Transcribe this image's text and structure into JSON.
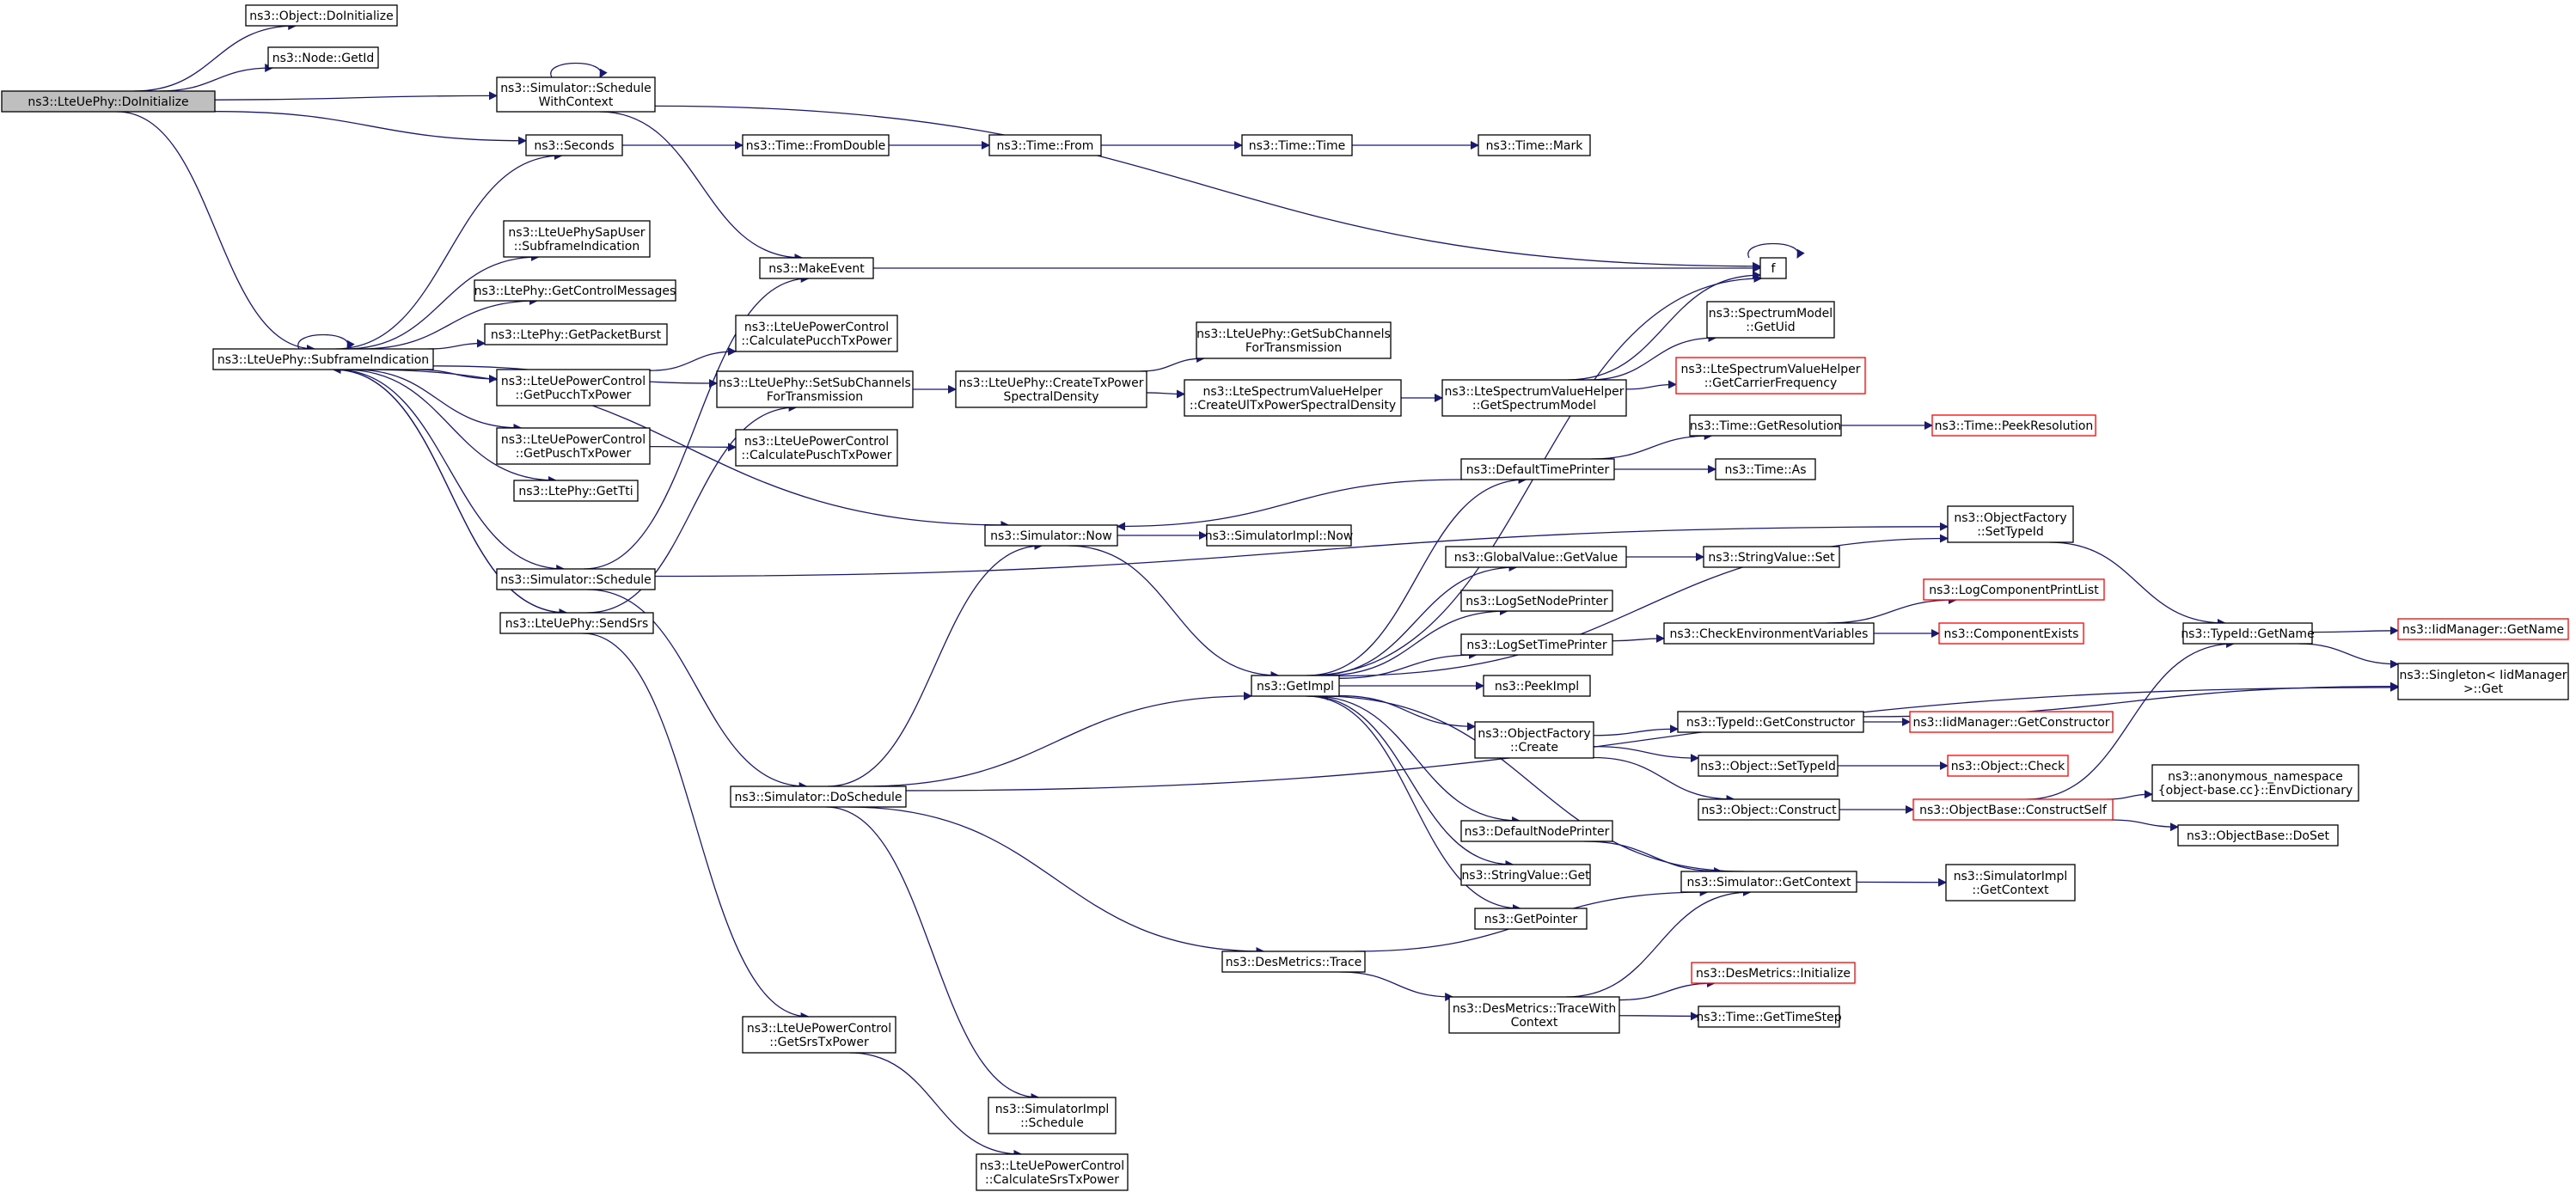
{
  "graph": {
    "colors": {
      "edge": "#191970",
      "node_border": "#000000",
      "truncated_border": "#ff0000",
      "current_fill": "#bfbfbf",
      "node_fill": "#ffffff"
    },
    "nodes": [
      {
        "id": "n_root",
        "lines": [
          "ns3::LteUePhy::DoInitialize"
        ],
        "current": true
      },
      {
        "id": "n_objinit",
        "lines": [
          "ns3::Object::DoInitialize"
        ]
      },
      {
        "id": "n_nodeget",
        "lines": [
          "ns3::Node::GetId"
        ]
      },
      {
        "id": "n_schedctx",
        "lines": [
          "ns3::Simulator::Schedule",
          "WithContext"
        ]
      },
      {
        "id": "n_seconds",
        "lines": [
          "ns3::Seconds"
        ]
      },
      {
        "id": "n_fromdouble",
        "lines": [
          "ns3::Time::FromDouble"
        ]
      },
      {
        "id": "n_from",
        "lines": [
          "ns3::Time::From"
        ]
      },
      {
        "id": "n_time",
        "lines": [
          "ns3::Time::Time"
        ]
      },
      {
        "id": "n_mark",
        "lines": [
          "ns3::Time::Mark"
        ]
      },
      {
        "id": "n_f",
        "lines": [
          "f"
        ]
      },
      {
        "id": "n_makeevent",
        "lines": [
          "ns3::MakeEvent"
        ]
      },
      {
        "id": "n_sapuser",
        "lines": [
          "ns3::LteUePhySapUser",
          "::SubframeIndication"
        ]
      },
      {
        "id": "n_getctrl",
        "lines": [
          "ns3::LtePhy::GetControlMessages"
        ]
      },
      {
        "id": "n_getpkt",
        "lines": [
          "ns3::LtePhy::GetPacketBurst"
        ]
      },
      {
        "id": "n_subframe",
        "lines": [
          "ns3::LteUePhy::SubframeIndication"
        ]
      },
      {
        "id": "n_getpucch",
        "lines": [
          "ns3::LteUePowerControl",
          "::GetPucchTxPower"
        ]
      },
      {
        "id": "n_getpusch",
        "lines": [
          "ns3::LteUePowerControl",
          "::GetPuschTxPower"
        ]
      },
      {
        "id": "n_gettti",
        "lines": [
          "ns3::LtePhy::GetTti"
        ]
      },
      {
        "id": "n_calcpucch",
        "lines": [
          "ns3::LteUePowerControl",
          "::CalculatePucchTxPower"
        ]
      },
      {
        "id": "n_setsub",
        "lines": [
          "ns3::LteUePhy::SetSubChannels",
          "ForTransmission"
        ]
      },
      {
        "id": "n_calcpusch",
        "lines": [
          "ns3::LteUePowerControl",
          "::CalculatePuschTxPower"
        ]
      },
      {
        "id": "n_createtx",
        "lines": [
          "ns3::LteUePhy::CreateTxPower",
          "SpectralDensity"
        ]
      },
      {
        "id": "n_getsub",
        "lines": [
          "ns3::LteUePhy::GetSubChannels",
          "ForTransmission"
        ]
      },
      {
        "id": "n_createul",
        "lines": [
          "ns3::LteSpectrumValueHelper",
          "::CreateUlTxPowerSpectralDensity"
        ]
      },
      {
        "id": "n_getspecmodel",
        "lines": [
          "ns3::LteSpectrumValueHelper",
          "::GetSpectrumModel"
        ]
      },
      {
        "id": "n_specuid",
        "lines": [
          "ns3::SpectrumModel",
          "::GetUid"
        ]
      },
      {
        "id": "n_carrierfreq",
        "lines": [
          "ns3::LteSpectrumValueHelper",
          "::GetCarrierFrequency"
        ],
        "truncated": true
      },
      {
        "id": "n_now",
        "lines": [
          "ns3::Simulator::Now"
        ]
      },
      {
        "id": "n_implnow",
        "lines": [
          "ns3::SimulatorImpl::Now"
        ]
      },
      {
        "id": "n_deftimeprinter",
        "lines": [
          "ns3::DefaultTimePrinter"
        ]
      },
      {
        "id": "n_getres",
        "lines": [
          "ns3::Time::GetResolution"
        ]
      },
      {
        "id": "n_peekres",
        "lines": [
          "ns3::Time::PeekResolution"
        ],
        "truncated": true
      },
      {
        "id": "n_timeas",
        "lines": [
          "ns3::Time::As"
        ]
      },
      {
        "id": "n_schedule",
        "lines": [
          "ns3::Simulator::Schedule"
        ]
      },
      {
        "id": "n_sendsrs",
        "lines": [
          "ns3::LteUePhy::SendSrs"
        ]
      },
      {
        "id": "n_settypeid",
        "lines": [
          "ns3::ObjectFactory",
          "::SetTypeId"
        ]
      },
      {
        "id": "n_globalval",
        "lines": [
          "ns3::GlobalValue::GetValue"
        ]
      },
      {
        "id": "n_strset",
        "lines": [
          "ns3::StringValue::Set"
        ]
      },
      {
        "id": "n_lognode",
        "lines": [
          "ns3::LogSetNodePrinter"
        ]
      },
      {
        "id": "n_logcompprint",
        "lines": [
          "ns3::LogComponentPrintList"
        ],
        "truncated": true
      },
      {
        "id": "n_logtime",
        "lines": [
          "ns3::LogSetTimePrinter"
        ]
      },
      {
        "id": "n_checkenv",
        "lines": [
          "ns3::CheckEnvironmentVariables"
        ]
      },
      {
        "id": "n_compexists",
        "lines": [
          "ns3::ComponentExists"
        ],
        "truncated": true
      },
      {
        "id": "n_typegetname",
        "lines": [
          "ns3::TypeId::GetName"
        ]
      },
      {
        "id": "n_iidgetname",
        "lines": [
          "ns3::IidManager::GetName"
        ],
        "truncated": true
      },
      {
        "id": "n_getimpl",
        "lines": [
          "ns3::GetImpl"
        ]
      },
      {
        "id": "n_peekimpl",
        "lines": [
          "ns3::PeekImpl"
        ]
      },
      {
        "id": "n_singleton",
        "lines": [
          "ns3::Singleton< IidManager",
          " >::Get"
        ]
      },
      {
        "id": "n_objcreate",
        "lines": [
          "ns3::ObjectFactory",
          "::Create"
        ]
      },
      {
        "id": "n_getctor",
        "lines": [
          "ns3::TypeId::GetConstructor"
        ]
      },
      {
        "id": "n_iidgetctor",
        "lines": [
          "ns3::IidManager::GetConstructor"
        ],
        "truncated": true
      },
      {
        "id": "n_objsettypeid",
        "lines": [
          "ns3::Object::SetTypeId"
        ]
      },
      {
        "id": "n_objcheck",
        "lines": [
          "ns3::Object::Check"
        ],
        "truncated": true
      },
      {
        "id": "n_doschedule",
        "lines": [
          "ns3::Simulator::DoSchedule"
        ]
      },
      {
        "id": "n_objconstruct",
        "lines": [
          "ns3::Object::Construct"
        ]
      },
      {
        "id": "n_constructself",
        "lines": [
          "ns3::ObjectBase::ConstructSelf"
        ],
        "truncated": true
      },
      {
        "id": "n_envdict",
        "lines": [
          "ns3::anonymous_namespace",
          "{object-base.cc}::EnvDictionary"
        ]
      },
      {
        "id": "n_doset",
        "lines": [
          "ns3::ObjectBase::DoSet"
        ]
      },
      {
        "id": "n_defnodeprinter",
        "lines": [
          "ns3::DefaultNodePrinter"
        ]
      },
      {
        "id": "n_strget",
        "lines": [
          "ns3::StringValue::Get"
        ]
      },
      {
        "id": "n_getcontext",
        "lines": [
          "ns3::Simulator::GetContext"
        ]
      },
      {
        "id": "n_implgetctx",
        "lines": [
          "ns3::SimulatorImpl",
          "::GetContext"
        ]
      },
      {
        "id": "n_getpointer",
        "lines": [
          "ns3::GetPointer"
        ]
      },
      {
        "id": "n_destrace",
        "lines": [
          "ns3::DesMetrics::Trace"
        ]
      },
      {
        "id": "n_desinit",
        "lines": [
          "ns3::DesMetrics::Initialize"
        ],
        "truncated": true
      },
      {
        "id": "n_destracectx",
        "lines": [
          "ns3::DesMetrics::TraceWith",
          "Context"
        ]
      },
      {
        "id": "n_gettimestep",
        "lines": [
          "ns3::Time::GetTimeStep"
        ]
      },
      {
        "id": "n_getsrs",
        "lines": [
          "ns3::LteUePowerControl",
          "::GetSrsTxPower"
        ]
      },
      {
        "id": "n_implsched",
        "lines": [
          "ns3::SimulatorImpl",
          "::Schedule"
        ]
      },
      {
        "id": "n_calcsrs",
        "lines": [
          "ns3::LteUePowerControl",
          "::CalculateSrsTxPower"
        ]
      }
    ]
  }
}
